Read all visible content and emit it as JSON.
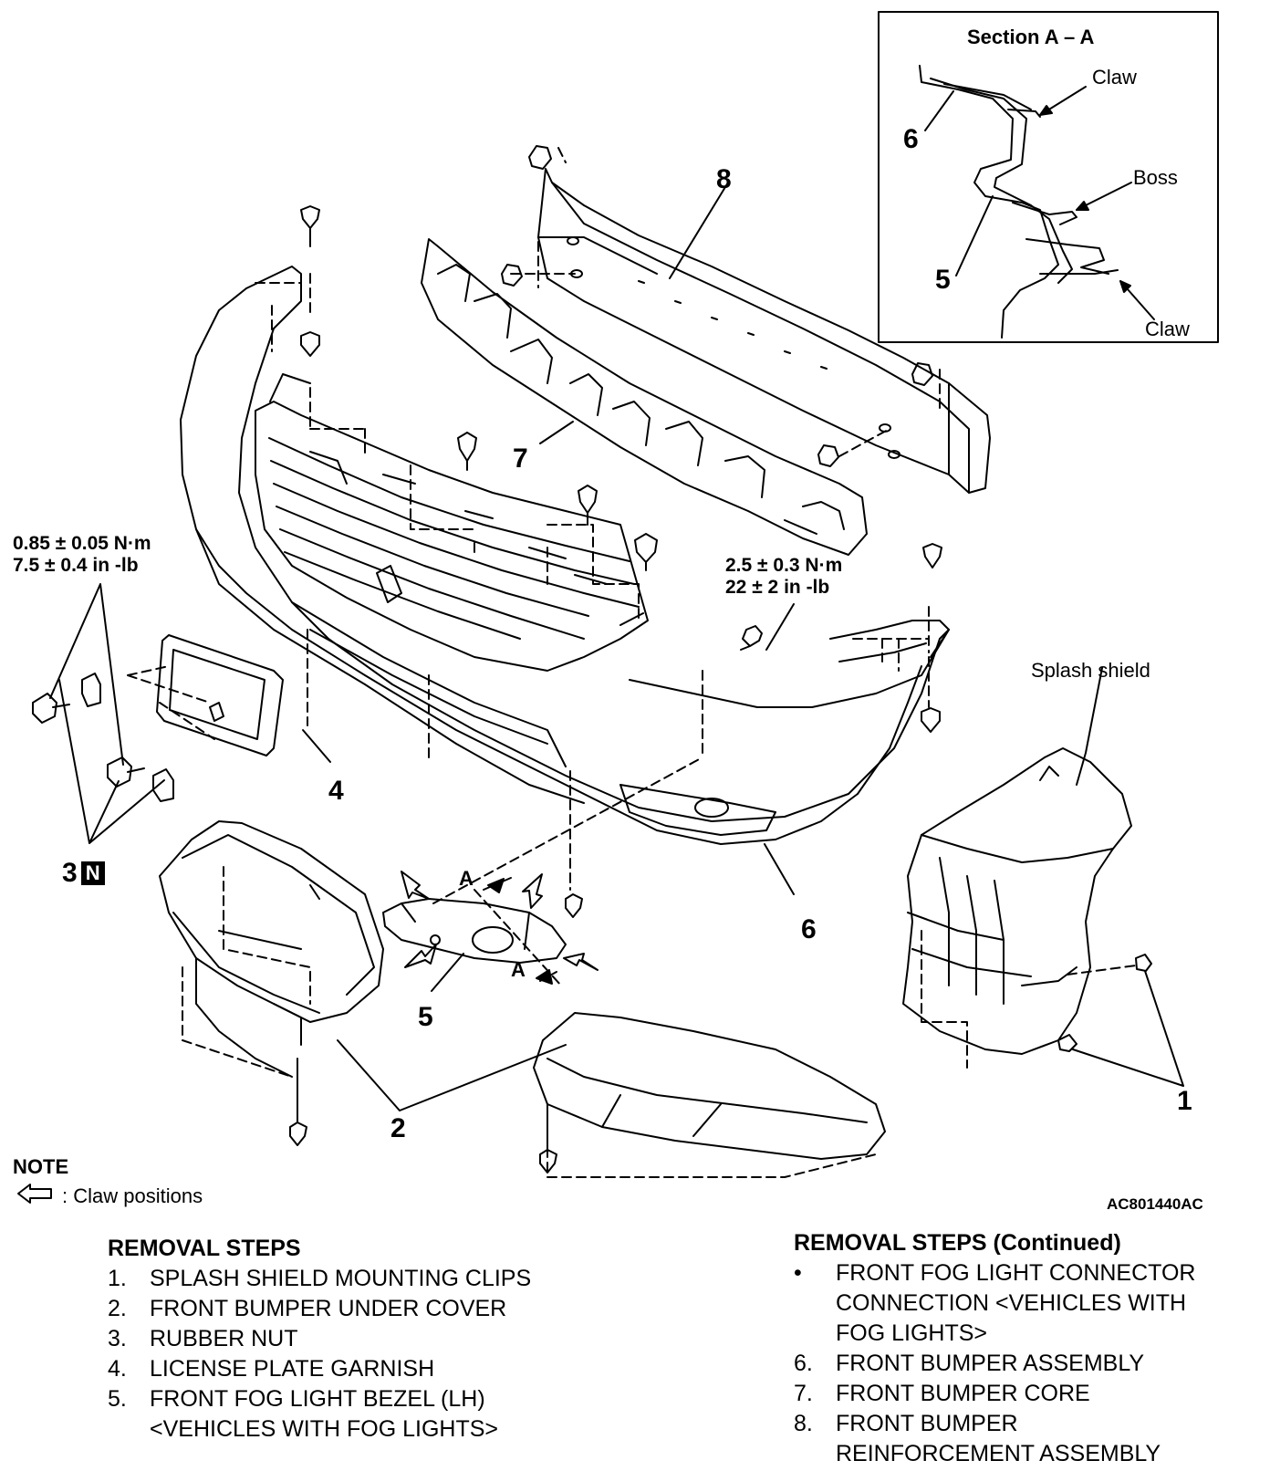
{
  "section_view": {
    "title": "Section A – A",
    "labels": {
      "claw_upper": "Claw",
      "boss": "Boss",
      "claw_lower": "Claw",
      "part_6": "6",
      "part_5": "5"
    }
  },
  "callouts": {
    "p1": "1",
    "p2": "2",
    "p3": "3",
    "p4": "4",
    "p5": "5",
    "p6": "6",
    "p7": "7",
    "p8": "8",
    "n_mark": "N",
    "splash_shield": "Splash shield",
    "section_a_top": "A",
    "section_a_bottom": "A"
  },
  "torque": {
    "left_line1": "0.85 ± 0.05 N·m",
    "left_line2": "7.5 ± 0.4 in -lb",
    "right_line1": "2.5 ± 0.3 N·m",
    "right_line2": "22 ± 2 in -lb"
  },
  "note": {
    "title": "NOTE",
    "text": ": Claw positions",
    "icon": "hollow-arrow-icon"
  },
  "figure_code": "AC801440AC",
  "removal_steps": {
    "title": "REMOVAL STEPS",
    "items": [
      {
        "n": "1.",
        "lines": [
          "SPLASH SHIELD MOUNTING CLIPS"
        ]
      },
      {
        "n": "2.",
        "lines": [
          "FRONT BUMPER UNDER COVER"
        ]
      },
      {
        "n": "3.",
        "lines": [
          "RUBBER NUT"
        ]
      },
      {
        "n": "4.",
        "lines": [
          "LICENSE PLATE GARNISH"
        ]
      },
      {
        "n": "5.",
        "lines": [
          "FRONT FOG LIGHT BEZEL (LH)",
          "<VEHICLES WITH FOG LIGHTS>"
        ]
      }
    ]
  },
  "removal_steps_continued": {
    "title": "REMOVAL STEPS (Continued)",
    "items": [
      {
        "n": "•",
        "lines": [
          "FRONT FOG LIGHT CONNECTOR",
          "CONNECTION <VEHICLES WITH",
          "FOG LIGHTS>"
        ]
      },
      {
        "n": "6.",
        "lines": [
          "FRONT BUMPER ASSEMBLY"
        ]
      },
      {
        "n": "7.",
        "lines": [
          "FRONT BUMPER CORE"
        ]
      },
      {
        "n": "8.",
        "lines": [
          "FRONT BUMPER",
          "REINFORCEMENT ASSEMBLY"
        ]
      }
    ]
  }
}
